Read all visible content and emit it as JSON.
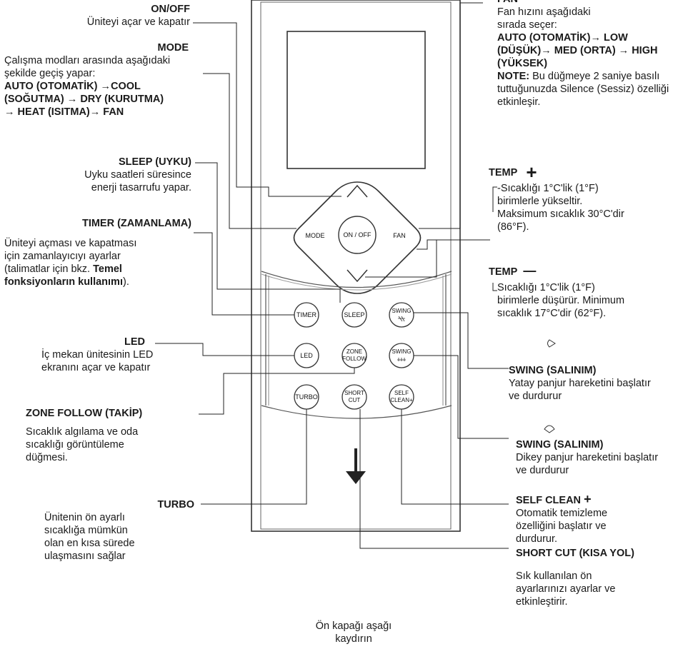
{
  "remote": {
    "buttons": {
      "mode": "MODE",
      "onoff": "ON / OFF",
      "fan": "FAN",
      "timer": "TIMER",
      "sleep": "SLEEP",
      "swing1": "SWING",
      "led": "LED",
      "zone1": "ZONE",
      "zone2": "FOLLOW",
      "swing2": "SWING",
      "turbo": "TURBO",
      "short1": "SHORT",
      "short2": "CUT",
      "self1": "SELF",
      "self2": "CLEAN+"
    }
  },
  "labels": {
    "onoff": {
      "title": "ON/OFF",
      "desc": "Üniteyi açar ve kapatır"
    },
    "mode": {
      "title": "MODE",
      "desc": "Çalışma modları arasında aşağıdaki şekilde geçiş yapar:",
      "line1": "AUTO (OTOMATİK) →COOL",
      "line2": "(SOĞUTMA) → DRY (KURUTMA)",
      "line3": "→  HEAT (ISITMA)→ FAN"
    },
    "sleep": {
      "title": "SLEEP (UYKU)",
      "desc": "Uyku saatleri süresince enerji tasarrufu yapar."
    },
    "timer": {
      "title": "TIMER (ZAMANLAMA)",
      "desc": "Üniteyi açması ve kapatması için zamanlayıcıyı ayarlar (talimatlar için bkz.",
      "bold": "Temel fonksiyonların kullanımı",
      "tail": ")."
    },
    "led": {
      "title": "LED",
      "desc": "İç mekan ünitesinin LED ekranını açar ve kapatır"
    },
    "zone": {
      "title": "ZONE FOLLOW (TAKİP)",
      "desc": "Sıcaklık algılama ve oda sıcaklığı görüntüleme düğmesi."
    },
    "turbo": {
      "title": "TURBO",
      "desc": "Ünitenin ön ayarlı sıcaklığa mümkün olan en kısa sürede ulaşmasını sağlar"
    },
    "fan": {
      "title": "FAN",
      "desc": "Fan hızını aşağıdaki sırada seçer:",
      "bold": "AUTO (OTOMATİK)→ LOW (DÜŞÜK)→   MED (ORTA) → HIGH (YÜKSEK)",
      "note_title": "NOTE:",
      "note": " Bu düğmeye 2 saniye basılı tuttuğunuzda Silence (Sessiz) özelliği etkinleşir."
    },
    "temp_plus": {
      "title": "TEMP",
      "symbol": "+",
      "desc": "-Sıcaklığı 1°C'lik (1°F) birimlerle yükseltir. Maksimum sıcaklık 30°C'dir (86°F)."
    },
    "temp_minus": {
      "title": "TEMP",
      "symbol": "—",
      "desc": "Sıcaklığı 1°C'lik (1°F) birimlerle düşürür. Minimum sıcaklık 17°C'dir (62°F)."
    },
    "swing_h": {
      "title": "SWING (SALINIM)",
      "desc": "Yatay panjur hareketini başlatır ve durdurur"
    },
    "swing_v": {
      "title": "SWING (SALINIM)",
      "desc": "Dikey panjur hareketini başlatır ve durdurur"
    },
    "selfclean": {
      "title": "SELF CLEAN",
      "symbol": "+",
      "desc": "Otomatik temizleme özelliğini başlatır ve durdurur."
    },
    "shortcut": {
      "title": "SHORT CUT (KISA YOL)",
      "desc": "Sık kullanılan ön ayarlarınızı ayarlar ve etkinleştirir."
    },
    "cover": {
      "text": "Ön kapağı aşağı kaydırın"
    }
  }
}
